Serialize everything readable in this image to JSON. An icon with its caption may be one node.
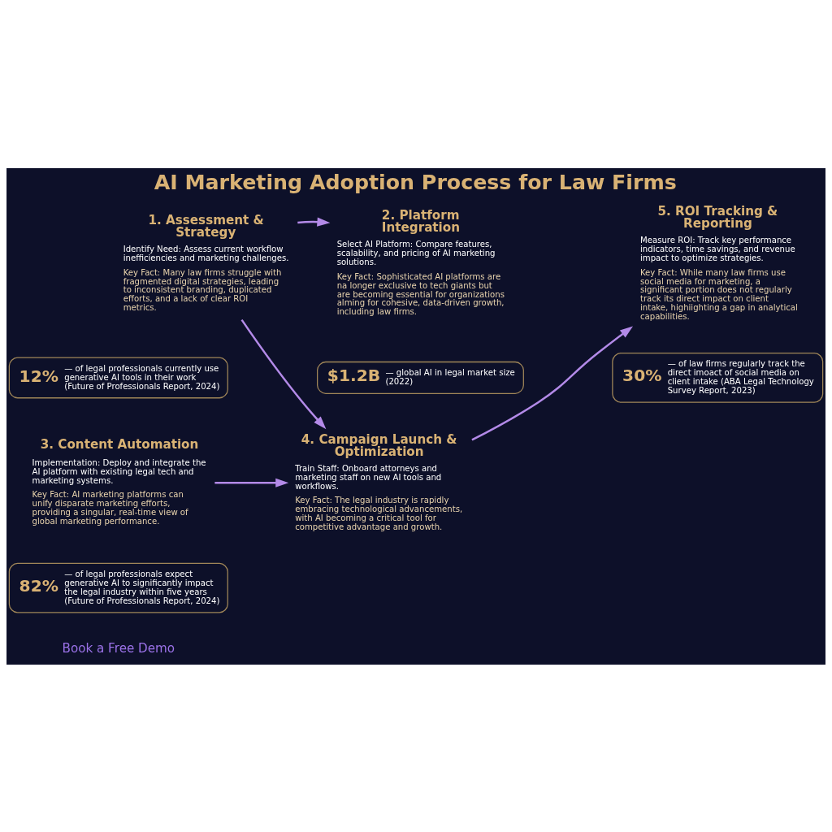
{
  "diagram": {
    "title": "AI Marketing Adoption Process for Law Firms",
    "nodes": [
      {
        "text": [
          "1. Assessment & Strategy",
          "Identify Need: Assess current workflow inefficiencies and marketing challenges.",
          "Key Fact: Many law firms struggle with fragmented digital strategies, leading to inconsistent branding, duplicated efforts, and a lack of clear ROI metrics."
        ]
      },
      {
        "text": [
          "12%",
          "— of legal professionals currently use generative AI tools in their work (Future of Professionals Report, 2024)"
        ]
      },
      {
        "text": [
          "2. Platform Integration",
          "Select AI Platform: Compare features, scalability, and pricing of AI marketing solutions.",
          "Key Fact: Sophisticated AI platforms are na longer exclusive to tech giants but are becoming essential for organizations alming for cohesive, data-driven growth, including law firms."
        ]
      },
      {
        "text": [
          "$1.2B",
          "— global AI in legal market size (2022)"
        ]
      },
      {
        "text": [
          "3. Content Automation",
          "Implementation: Deploy and integrate the AI platform with existing legal tech and marketing systems.",
          "Key Fact: AI marketing platforms can unify disparate marketing efforts, providing a singular, real-time view of global marketing performance."
        ]
      },
      {
        "text": [
          "82%",
          "— of legal professionals expect generative AI to significantly impact the legal industry within five years (Future of Professionals Report, 2024)"
        ]
      },
      {
        "text": [
          "4. Campaign Launch & Optimization",
          "Train Staff: Onboard attorneys and marketing staff on new AI tools and workflows.",
          "Key Fact: The legal industry is rapidly embracing technological advancements, with AI becoming a critical tool for competitive advantage and growth."
        ]
      },
      {
        "text": [
          "5. ROI Tracking & Reporting",
          "Measure ROI: Track key performance indicators, time savings, and revenue impact to optimize strategies.",
          "Key Fact: While many law firms use social media for marketing, a significant portion does not regularly track its direct impact on client intake, highiighting a gap in analytical capabilities."
        ]
      },
      {
        "text": [
          "30%",
          "— of law firms regularly track the direct imoact of social media on client intake (ABA Legal Technology Survey Report, 2023)"
        ]
      }
    ],
    "edges": [
      {
        "from": 0,
        "to": 2,
        "arrow": "to"
      },
      {
        "from": 0,
        "to": 6,
        "arrow": "to"
      },
      {
        "from": 4,
        "to": 6,
        "arrow": "to"
      },
      {
        "from": 6,
        "to": 7,
        "arrow": "to"
      }
    ],
    "labels": [
      "Book a Free Demo"
    ]
  }
}
